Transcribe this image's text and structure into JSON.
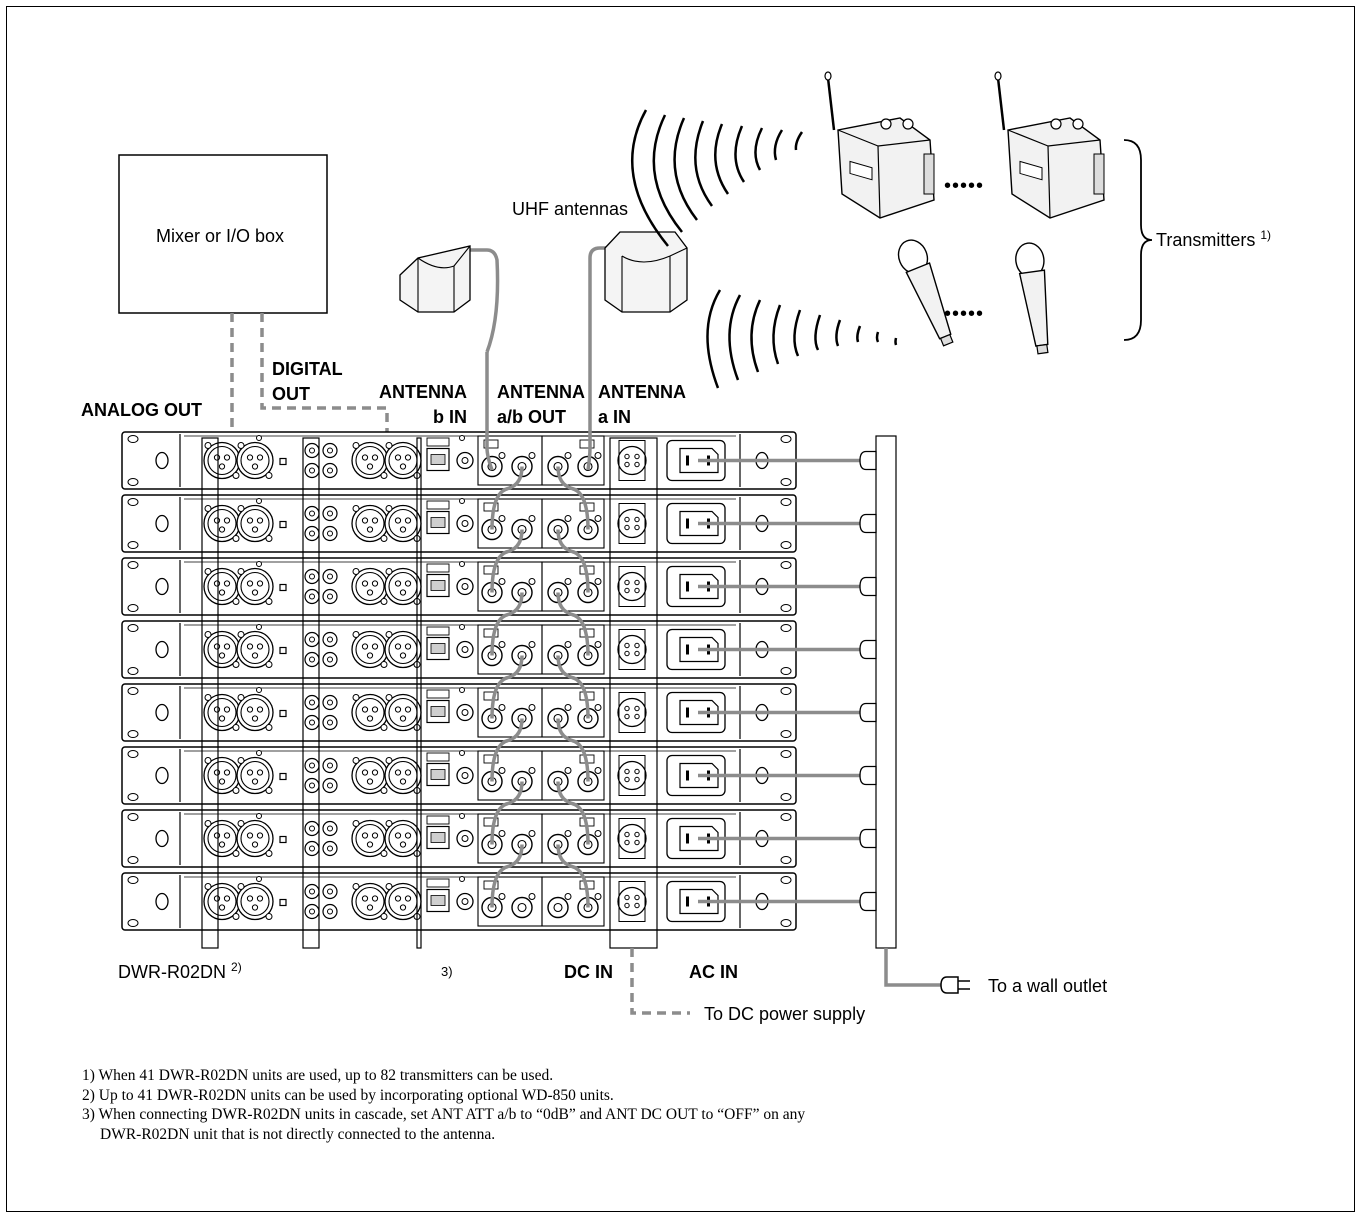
{
  "labels": {
    "mixer_box": "Mixer or I/O box",
    "uhf_antennas": "UHF antennas",
    "transmitters": "Transmitters",
    "transmitters_ref": "1)",
    "analog_out": "ANALOG OUT",
    "digital_out_line1": "DIGITAL",
    "digital_out_line2": "OUT",
    "antenna_b_line1": "ANTENNA",
    "antenna_b_line2": "b IN",
    "antenna_ab_line1": "ANTENNA",
    "antenna_ab_line2": "a/b OUT",
    "antenna_a_line1": "ANTENNA",
    "antenna_a_line2": "a IN",
    "model": "DWR-R02DN",
    "model_ref": "2)",
    "cascade_ref": "3)",
    "dc_in": "DC IN",
    "ac_in": "AC IN",
    "wall_outlet": "To a wall outlet",
    "dc_supply": "To DC power supply",
    "dots": "•••••"
  },
  "notes": {
    "n1": "1) When 41 DWR-R02DN units are used, up to 82 transmitters can be used.",
    "n2": "2) Up to 41 DWR-R02DN units can be used by incorporating optional WD-850 units.",
    "n3a": "3) When connecting DWR-R02DN units in cascade, set ANT ATT a/b to “0dB” and ANT DC OUT to “OFF” on any",
    "n3b": "DWR-R02DN unit that is not directly connected to the antenna."
  },
  "colors": {
    "cable": "#8c8c8c",
    "line": "#000000",
    "antenna_fill": "#f4f4f4"
  }
}
